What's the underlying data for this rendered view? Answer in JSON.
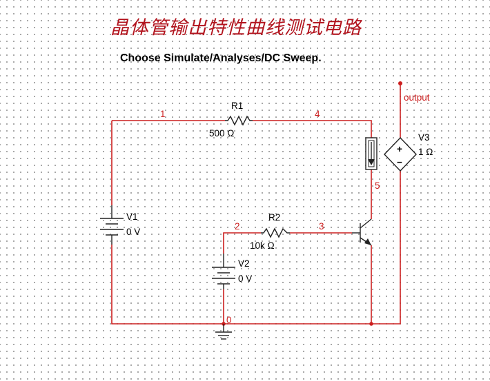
{
  "title": "晶体管输出特性曲线测试电路",
  "instruction": "Choose Simulate/Analyses/DC Sweep.",
  "components": {
    "r1": {
      "name": "R1",
      "value": "500 Ω"
    },
    "r2": {
      "name": "R2",
      "value": "10k Ω"
    },
    "v1": {
      "name": "V1",
      "value": "0 V"
    },
    "v2": {
      "name": "V2",
      "value": "0 V"
    },
    "v3": {
      "name": "V3",
      "value": "1 Ω",
      "plus": "+",
      "minus": "−"
    }
  },
  "nodes": {
    "n0": "0",
    "n1": "1",
    "n2": "2",
    "n3": "3",
    "n4": "4",
    "n5": "5",
    "output": "output"
  },
  "colors": {
    "wire": "#cc1f1f",
    "component": "#222222",
    "title": "#b2141e"
  }
}
